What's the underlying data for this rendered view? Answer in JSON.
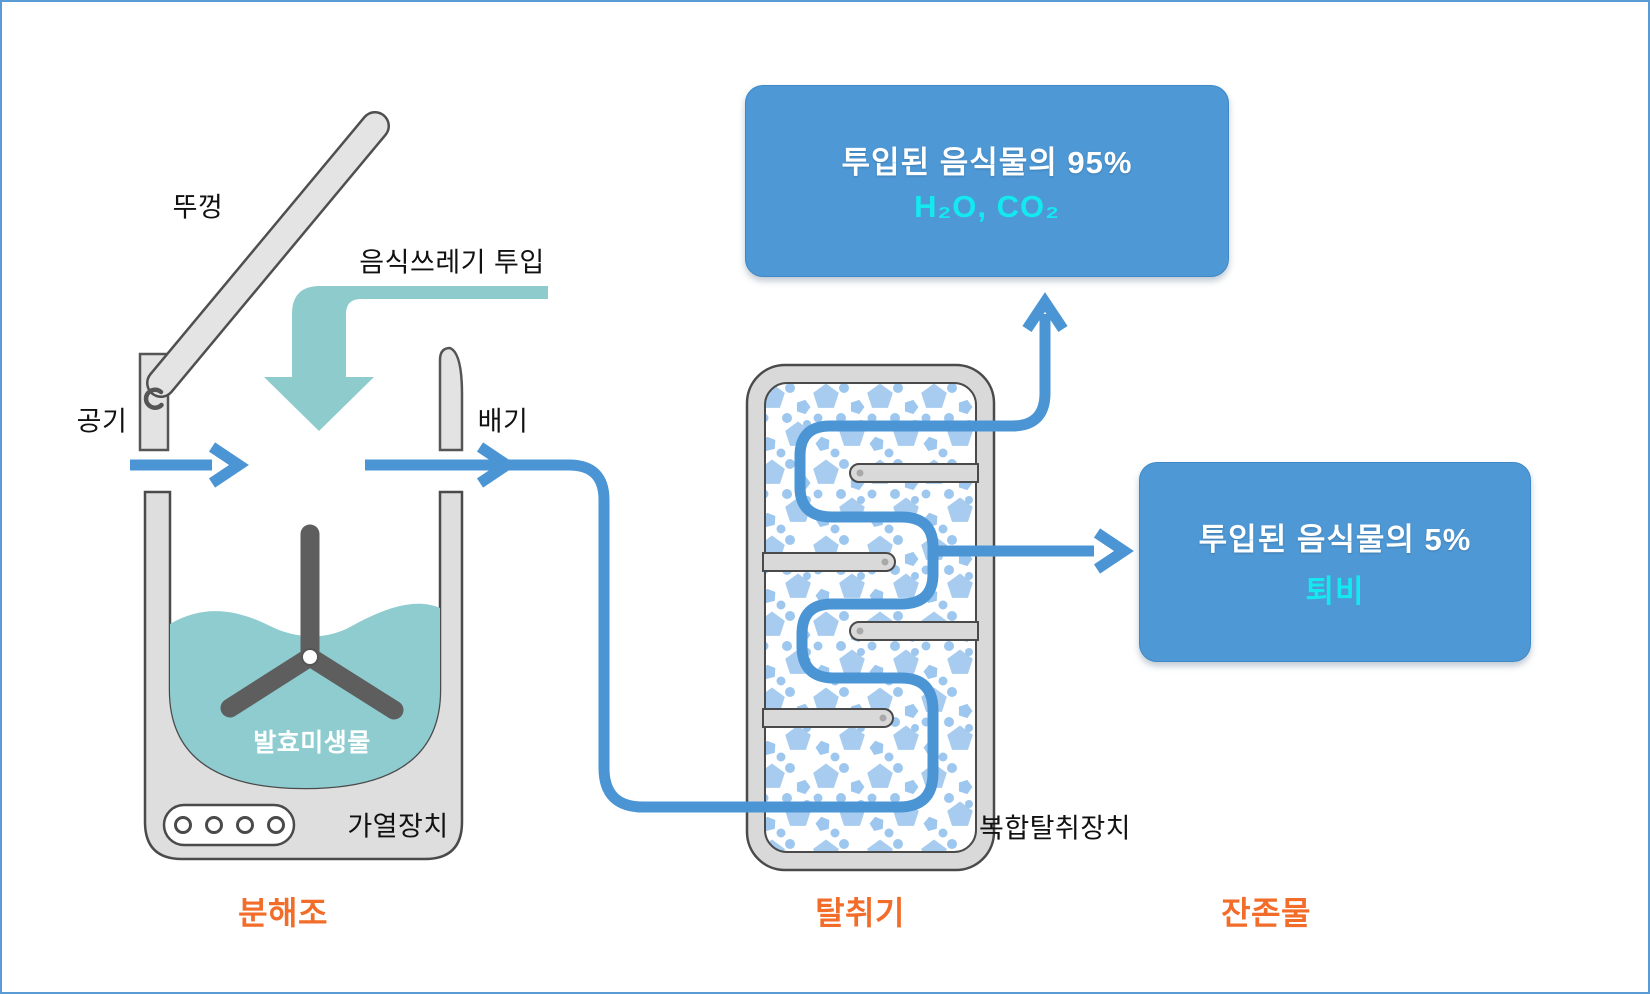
{
  "labels": {
    "lid": "뚜껑",
    "air": "공기",
    "waste_input": "음식쓰레기 투입",
    "exhaust": "배기",
    "microbes": "발효미생물",
    "heater": "가열장치",
    "deodorizer_device": "복합탈취장치"
  },
  "captions": {
    "digester": "분해조",
    "deodorizer": "탈취기",
    "residue": "잔존물"
  },
  "outputs": {
    "gas": {
      "line1": "투입된 음식물의 95%",
      "line2": "H₂O, CO₂"
    },
    "compost": {
      "line1": "투입된 음식물의 5%",
      "line2": "퇴비"
    }
  },
  "colors": {
    "pipe_blue": "#4b95d5",
    "box_blue": "#4e98d5",
    "cyan_text": "#14e9f0",
    "teal_arrow": "#8ecbcd",
    "liquid_teal": "#8fccd0",
    "caption_orange": "#f26d2a",
    "gray_fill": "#dedede",
    "outline_gray": "#4a4a4a",
    "pattern_blue": "#a7ccf0",
    "page_border": "#5b9bd5"
  }
}
